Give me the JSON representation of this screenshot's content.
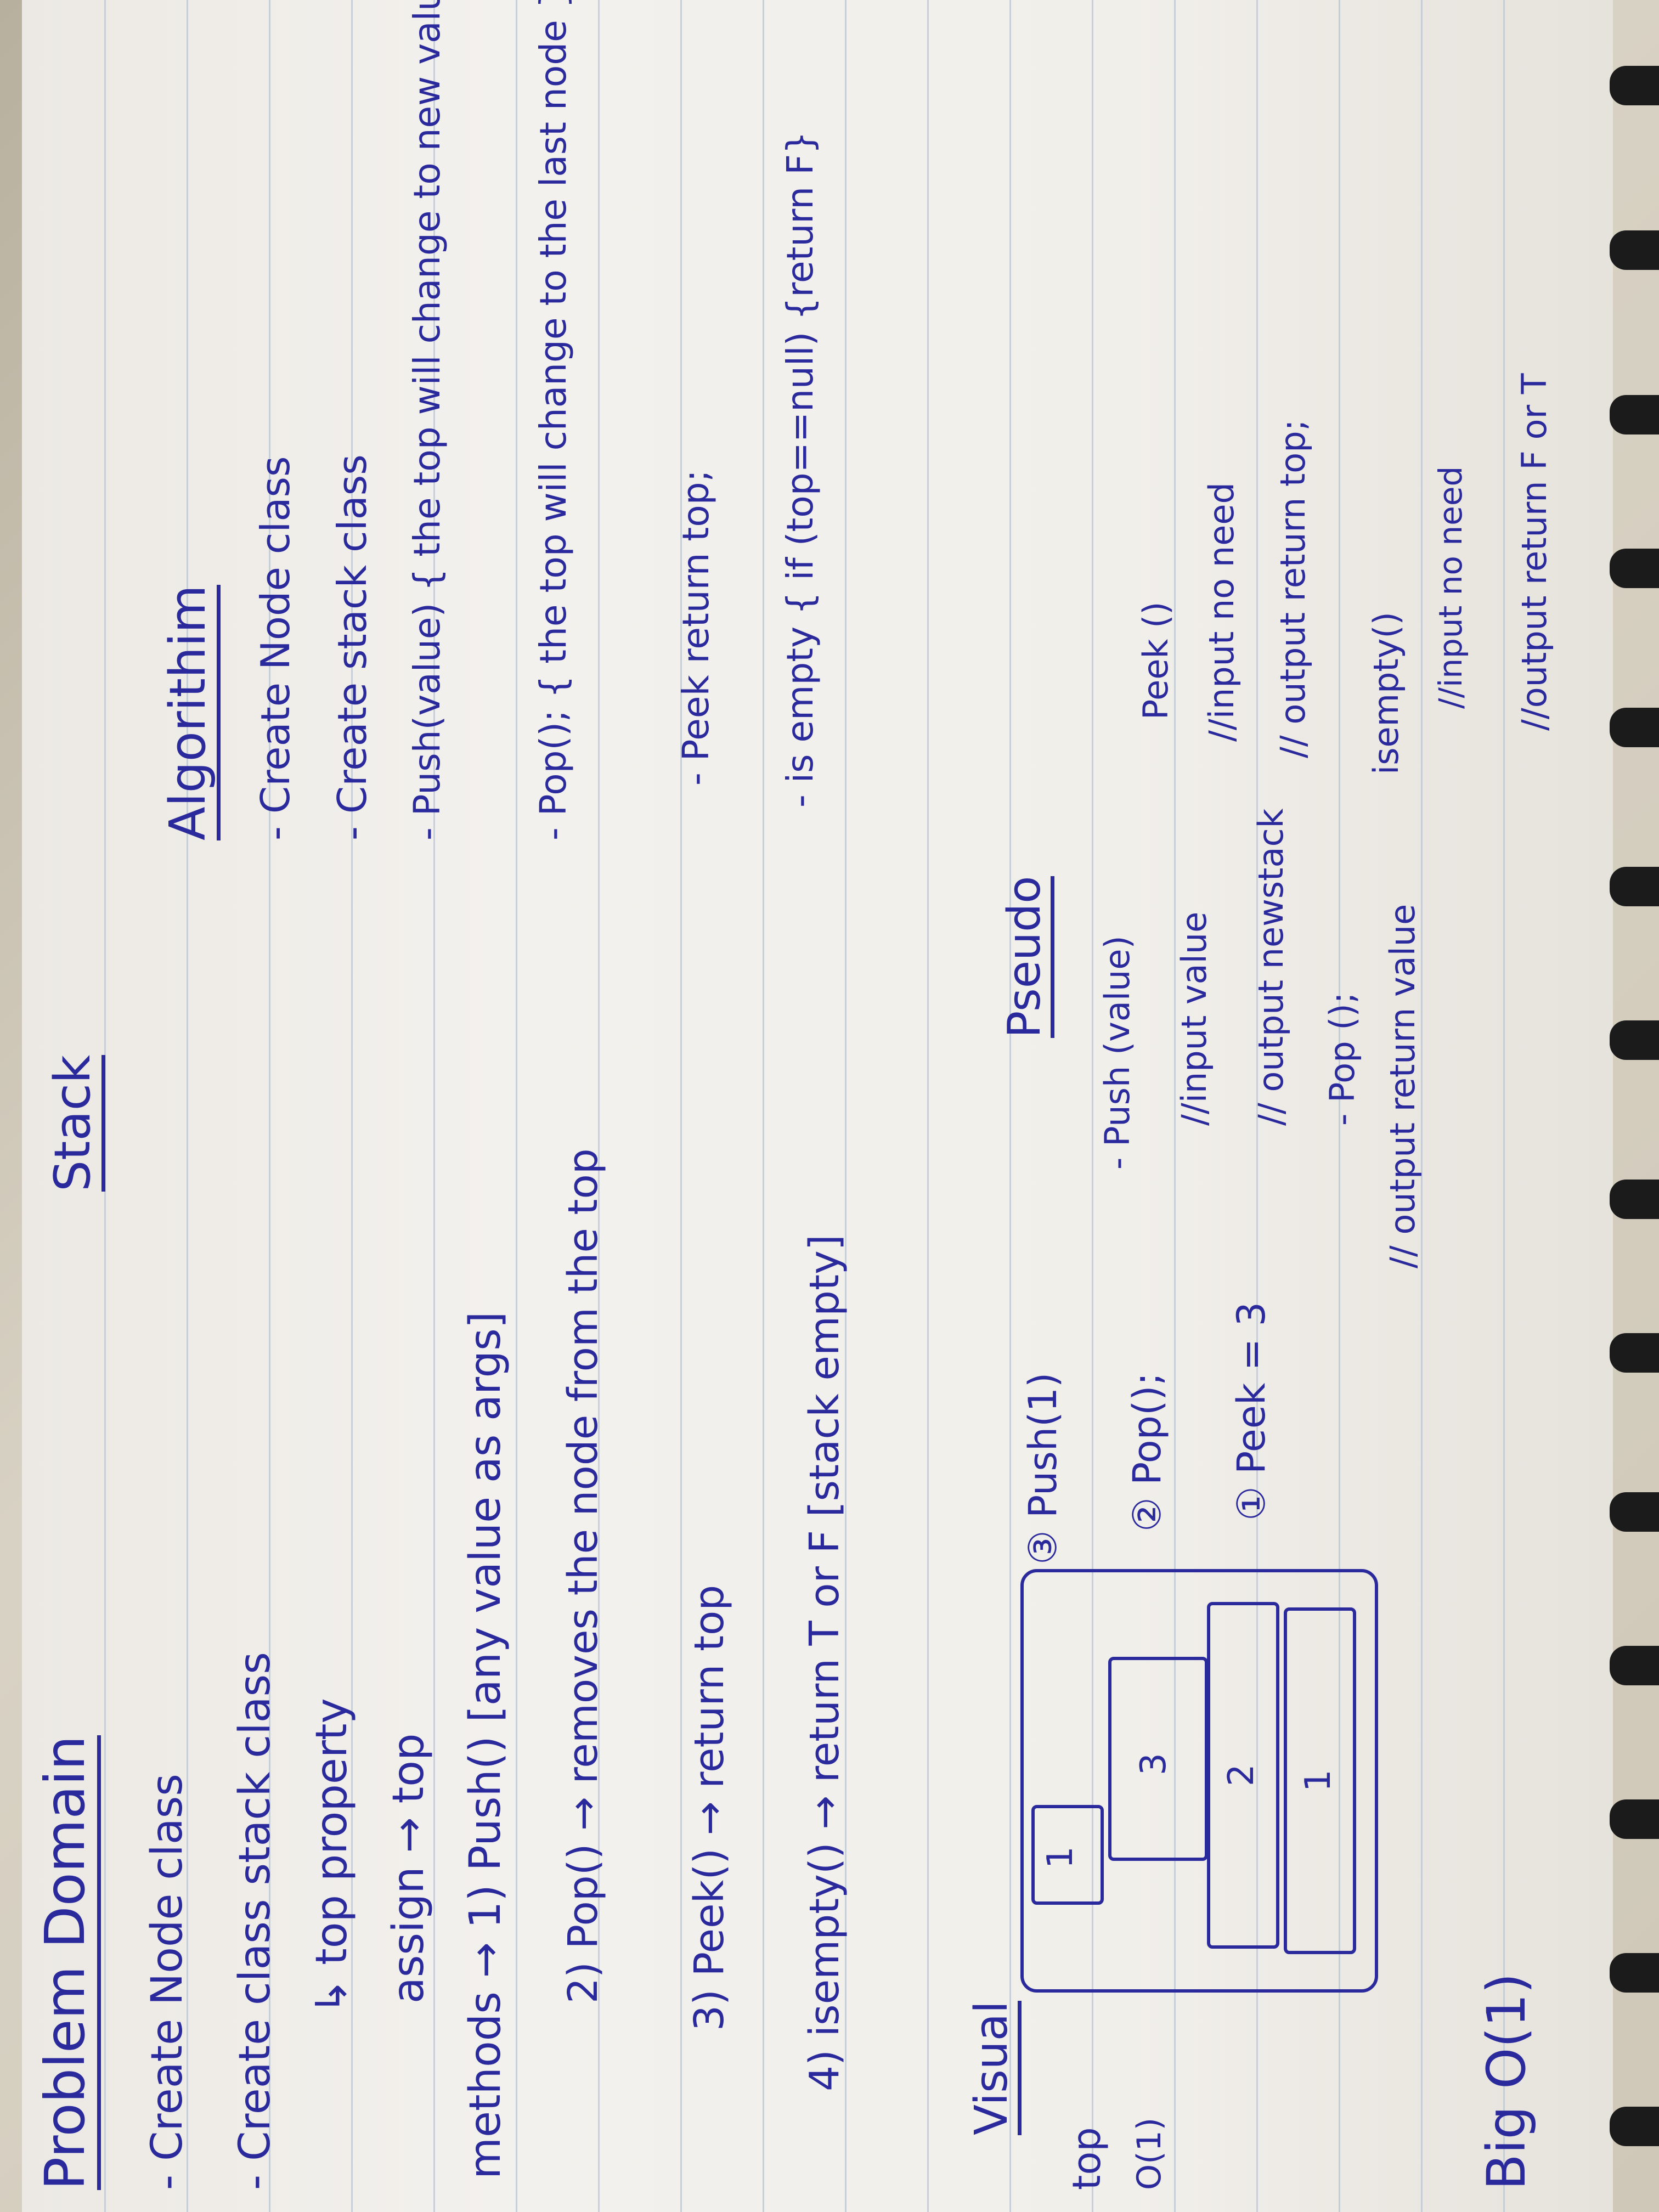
{
  "page": {
    "title": "Stack",
    "problem_domain": {
      "heading": "Problem Domain",
      "lines": [
        "- Create  Node class",
        "- Create class stack class",
        "↳ top   property",
        "assign → top",
        "methods → 1) Push() [any value as args]",
        "2) Pop() → removes the node from the top",
        "3) Peek() → return top",
        "4) isempty() → return T or F [stack empty]"
      ]
    },
    "algorithm": {
      "heading": "Algorithim",
      "lines": [
        "- Create Node class",
        "- Create stack class",
        "- Push(value) { the top will change to new value }",
        "- Pop(); { the top will change to the last node }",
        "- Peek return top;",
        "- is empty { if (top==null) {return F}"
      ]
    },
    "visual": {
      "heading": "Visual",
      "top_label": "top",
      "big_o_side": "O(1)",
      "stack_items": [
        "1",
        "3",
        "2",
        "1"
      ],
      "steps": [
        "③ Push(1)",
        "② Pop();",
        "① Peek = 3"
      ]
    },
    "pseudo": {
      "heading": "Pseudo",
      "lines": [
        "- Push (value)",
        "//input value",
        "// output newstack",
        "- Pop ();",
        "// output return value",
        "Peek ()",
        "//input no need",
        "// output return top;",
        "isempty()",
        "//input no need",
        "//output return F or T"
      ]
    },
    "big_o": "Big O(1)"
  }
}
